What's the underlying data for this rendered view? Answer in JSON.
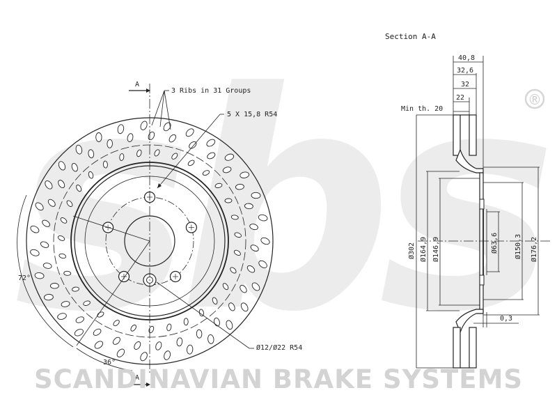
{
  "brand": {
    "watermark_logo": "sbs",
    "registered_mark": "®",
    "tagline": "SCANDINAVIAN BRAKE SYSTEMS",
    "watermark_color": "#e3e3e3"
  },
  "section_view": {
    "title": "Section A-A",
    "dimensions": {
      "w_total": "40,8",
      "w_2": "32,6",
      "w_3": "32",
      "w_4": "22",
      "min_th": "Min th. 20",
      "d_outer": "Ø302",
      "d_164": "Ø164,9",
      "d_146": "Ø146,9",
      "d_63": "Ø63,6",
      "d_150": "Ø150,3",
      "d_176": "Ø176,2",
      "offset": "0,3"
    }
  },
  "front_view": {
    "section_marker": "A",
    "ribs_note": "3 Ribs in 31 Groups",
    "bolt_pattern": "5 X 15,8 R54",
    "hole_note": "Ø12/Ø22 R54",
    "angle_72": "72°",
    "angle_36": "36°"
  }
}
